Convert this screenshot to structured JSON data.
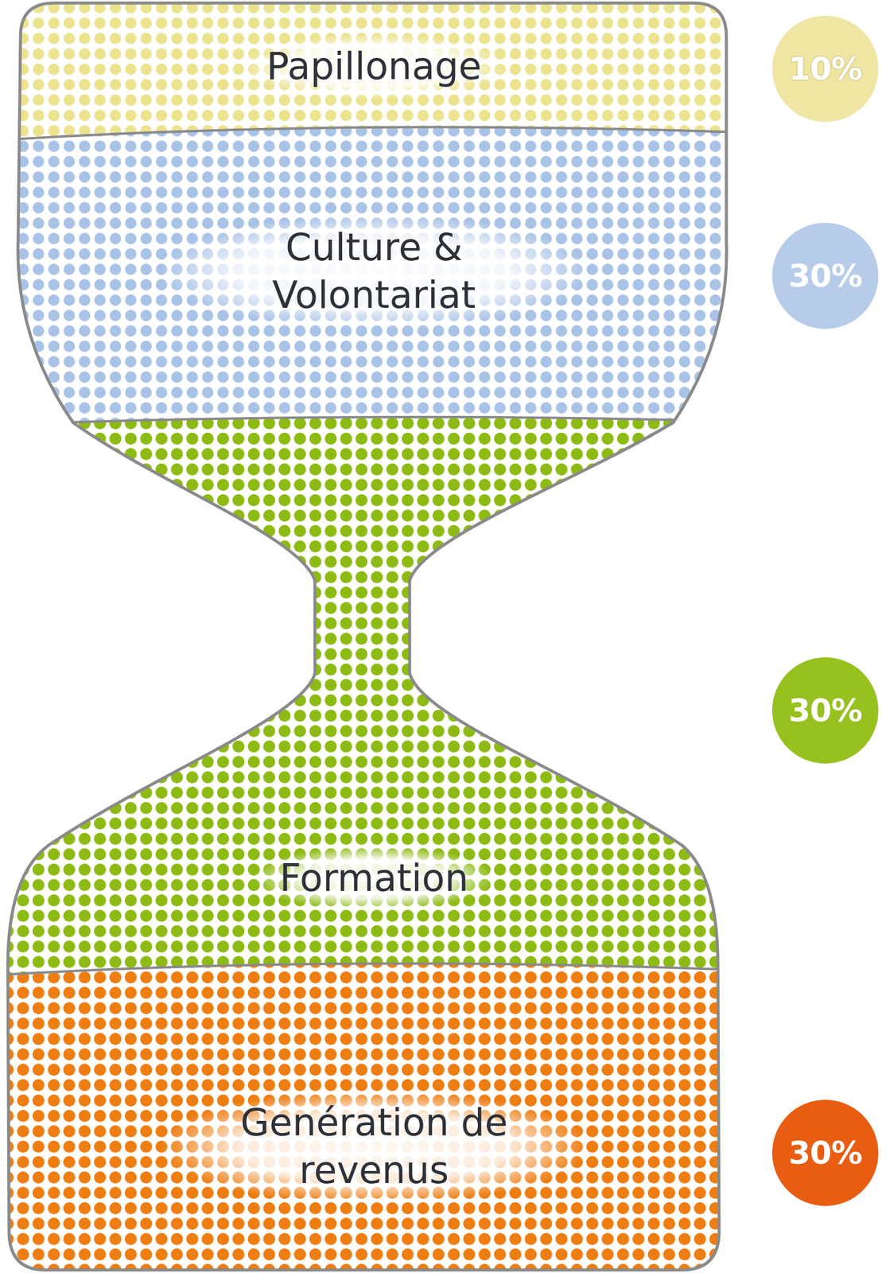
{
  "diagram": {
    "nodes": [
      {
        "text": [
          "Papillonage"
        ]
      },
      {
        "text": [
          "10%"
        ]
      },
      {
        "text": [
          "Culture & Volontariat"
        ]
      },
      {
        "text": [
          "30%"
        ]
      },
      {
        "text": [
          "Formation"
        ]
      },
      {
        "text": [
          "30%"
        ]
      },
      {
        "text": [
          "Genération de revenus"
        ]
      },
      {
        "text": [
          "30%"
        ]
      }
    ]
  }
}
